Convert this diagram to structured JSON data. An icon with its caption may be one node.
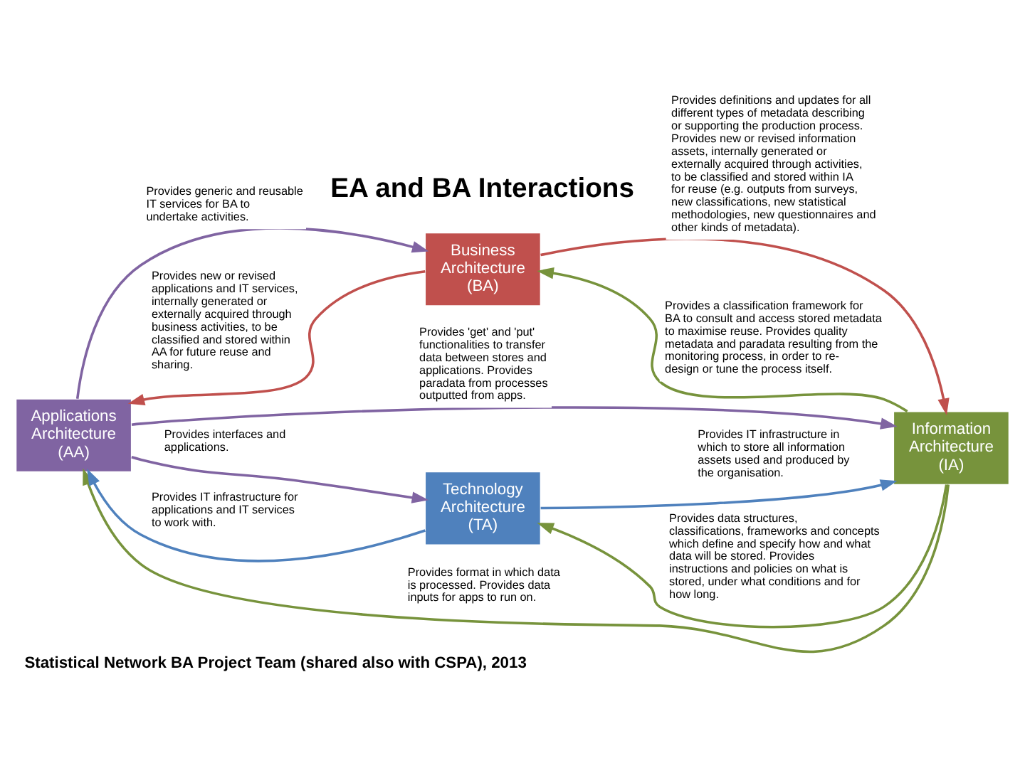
{
  "diagram": {
    "title": "EA and BA Interactions",
    "caption": "Statistical Network BA Project Team (shared also with CSPA), 2013",
    "nodes": [
      {
        "text": [
          "Business Architecture (BA)"
        ]
      },
      {
        "text": [
          "Applications Architecture (AA)"
        ]
      },
      {
        "text": [
          "Information Architecture (IA)"
        ]
      },
      {
        "text": [
          "Technology Architecture (TA)"
        ]
      }
    ],
    "edges": [
      {
        "from": 0,
        "to": 1,
        "arrow": "to",
        "color": "#c0504d",
        "label": "Provides new or revised applications and IT services, internally generated or externally acquired through business activities, to be classified and stored within AA for future reuse and sharing."
      },
      {
        "from": 1,
        "to": 0,
        "arrow": "to",
        "color": "#8064a2",
        "label": "Provides generic and reusable IT services for BA to undertake activities."
      },
      {
        "from": 0,
        "to": 2,
        "arrow": "to",
        "color": "#c0504d",
        "label": "Provides definitions and updates for all different types of metadata describing or supporting the production process. Provides new or revised information assets, internally generated or externally acquired through activities, to be classified and stored within IA for reuse (e.g. outputs from surveys, new classifications, new statistical methodologies, new questionnaires and other kinds of metadata)."
      },
      {
        "from": 2,
        "to": 0,
        "arrow": "to",
        "color": "#77933c",
        "label": "Provides a classification framework for BA to consult and access stored metadata to maximise reuse. Provides quality metadata and paradata resulting from the monitoring process, in order to re-design or tune the process itself."
      },
      {
        "from": 1,
        "to": 2,
        "arrow": "to",
        "color": "#8064a2",
        "label": "Provides 'get' and 'put' functionalities to transfer data between stores and applications. Provides paradata from processes outputted from apps."
      },
      {
        "from": 2,
        "to": 1,
        "arrow": "to",
        "color": "#77933c",
        "label": "Provides format in which data is processed. Provides data inputs for apps to run on."
      },
      {
        "from": 1,
        "to": 3,
        "arrow": "to",
        "color": "#8064a2",
        "label": "Provides interfaces and applications."
      },
      {
        "from": 3,
        "to": 1,
        "arrow": "to",
        "color": "#4f81bd",
        "label": "Provides IT infrastructure for applications and IT services to work with."
      },
      {
        "from": 2,
        "to": 3,
        "arrow": "to",
        "color": "#77933c",
        "label": "Provides data structures, classifications, frameworks and concepts which define and specify how and what data will be stored. Provides instructions and policies on what is stored, under what conditions and for how long."
      },
      {
        "from": 3,
        "to": 2,
        "arrow": "to",
        "color": "#4f81bd",
        "label": "Provides IT infrastructure in which to store all information assets used and produced by the organisation."
      }
    ]
  }
}
